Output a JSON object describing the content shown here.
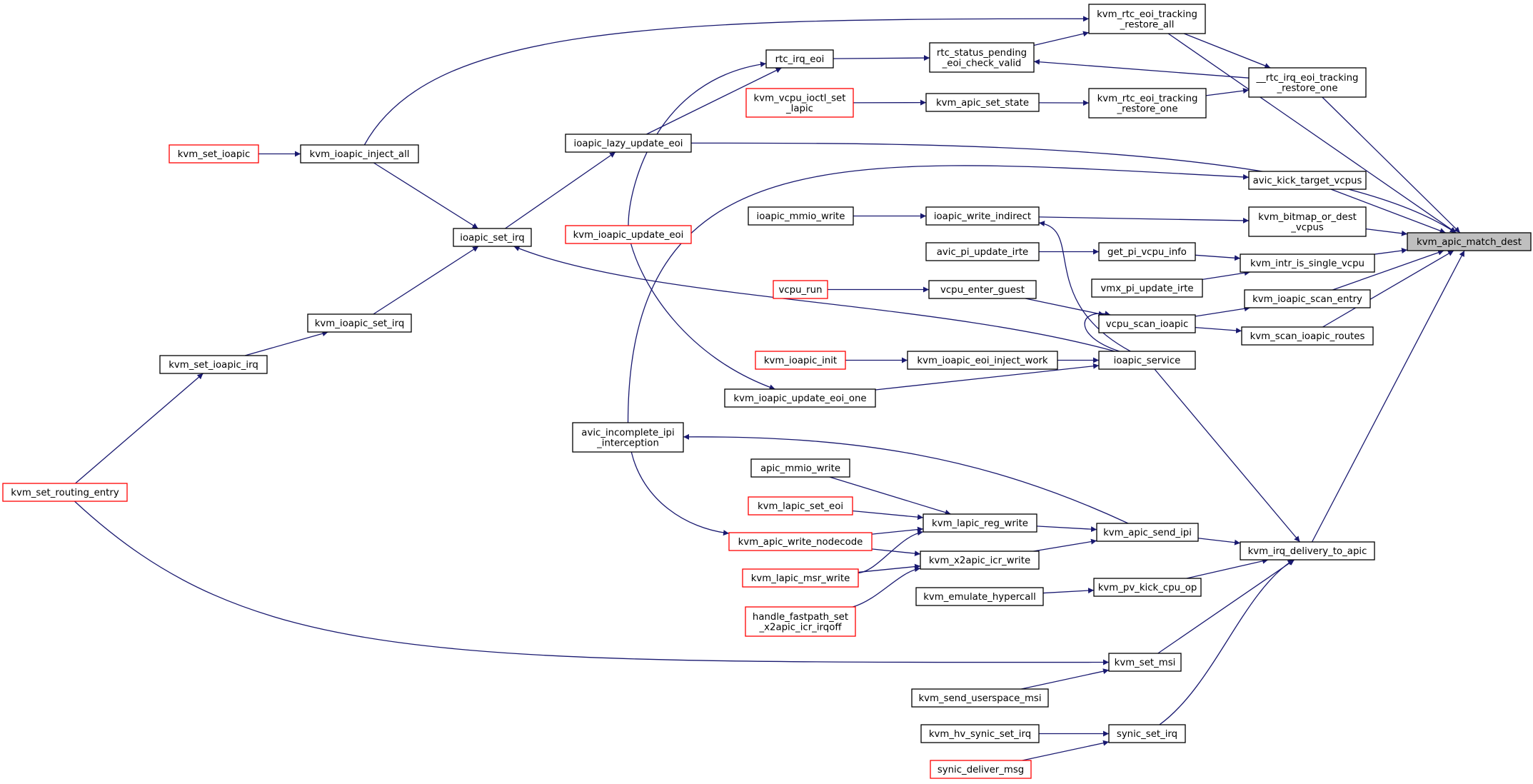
{
  "graph": {
    "colors": {
      "edge": "#191970",
      "highlight_border": "#ff0000",
      "target_fill": "#bfbfbf"
    },
    "nodes": [
      {
        "id": "target",
        "label": [
          "kvm_apic_match_dest"
        ],
        "style": "target"
      },
      {
        "id": "rtc_restore_all",
        "label": [
          "kvm_rtc_eoi_tracking",
          "_restore_all"
        ]
      },
      {
        "id": "rtc_restore_one_",
        "label": [
          "__rtc_irq_eoi_tracking",
          "_restore_one"
        ]
      },
      {
        "id": "rtc_status",
        "label": [
          "rtc_status_pending",
          "_eoi_check_valid"
        ]
      },
      {
        "id": "rtc_irq_eoi",
        "label": [
          "rtc_irq_eoi"
        ]
      },
      {
        "id": "vcpu_ioctl_lapic",
        "label": [
          "kvm_vcpu_ioctl_set",
          "_lapic"
        ],
        "style": "red"
      },
      {
        "id": "apic_set_state",
        "label": [
          "kvm_apic_set_state"
        ]
      },
      {
        "id": "rtc_eoi_restore_one",
        "label": [
          "kvm_rtc_eoi_tracking",
          "_restore_one"
        ]
      },
      {
        "id": "set_ioapic",
        "label": [
          "kvm_set_ioapic"
        ],
        "style": "red"
      },
      {
        "id": "ioapic_inject_all",
        "label": [
          "kvm_ioapic_inject_all"
        ]
      },
      {
        "id": "lazy_update_eoi",
        "label": [
          "ioapic_lazy_update_eoi"
        ]
      },
      {
        "id": "avic_kick",
        "label": [
          "avic_kick_target_vcpus"
        ]
      },
      {
        "id": "ioapic_mmio_write",
        "label": [
          "ioapic_mmio_write"
        ]
      },
      {
        "id": "write_indirect",
        "label": [
          "ioapic_write_indirect"
        ]
      },
      {
        "id": "bitmap_or",
        "label": [
          "kvm_bitmap_or_dest",
          "_vcpus"
        ]
      },
      {
        "id": "ioapic_set_irq",
        "label": [
          "ioapic_set_irq"
        ]
      },
      {
        "id": "kvm_ioapic_update_eoi",
        "label": [
          "kvm_ioapic_update_eoi"
        ],
        "style": "red"
      },
      {
        "id": "avic_pi",
        "label": [
          "avic_pi_update_irte"
        ]
      },
      {
        "id": "get_pi",
        "label": [
          "get_pi_vcpu_info"
        ]
      },
      {
        "id": "single_vcpu",
        "label": [
          "kvm_intr_is_single_vcpu"
        ]
      },
      {
        "id": "vmx_pi",
        "label": [
          "vmx_pi_update_irte"
        ]
      },
      {
        "id": "vcpu_run",
        "label": [
          "vcpu_run"
        ],
        "style": "red"
      },
      {
        "id": "vcpu_enter",
        "label": [
          "vcpu_enter_guest"
        ]
      },
      {
        "id": "scan_entry",
        "label": [
          "kvm_ioapic_scan_entry"
        ]
      },
      {
        "id": "kvm_ioapic_set_irq",
        "label": [
          "kvm_ioapic_set_irq"
        ]
      },
      {
        "id": "scan_ioapic",
        "label": [
          "vcpu_scan_ioapic"
        ]
      },
      {
        "id": "scan_routes",
        "label": [
          "kvm_scan_ioapic_routes"
        ]
      },
      {
        "id": "kvm_set_ioapic_irq",
        "label": [
          "kvm_set_ioapic_irq"
        ]
      },
      {
        "id": "ioapic_init",
        "label": [
          "kvm_ioapic_init"
        ],
        "style": "red"
      },
      {
        "id": "eoi_inject_work",
        "label": [
          "kvm_ioapic_eoi_inject_work"
        ]
      },
      {
        "id": "ioapic_service",
        "label": [
          "ioapic_service"
        ]
      },
      {
        "id": "update_eoi_one",
        "label": [
          "kvm_ioapic_update_eoi_one"
        ]
      },
      {
        "id": "avic_incomplete",
        "label": [
          "avic_incomplete_ipi",
          "_interception"
        ]
      },
      {
        "id": "apic_mmio_write",
        "label": [
          "apic_mmio_write"
        ]
      },
      {
        "id": "routing_entry",
        "label": [
          "kvm_set_routing_entry"
        ],
        "style": "red"
      },
      {
        "id": "lapic_set_eoi",
        "label": [
          "kvm_lapic_set_eoi"
        ],
        "style": "red"
      },
      {
        "id": "lapic_reg_write",
        "label": [
          "kvm_lapic_reg_write"
        ]
      },
      {
        "id": "apic_send_ipi",
        "label": [
          "kvm_apic_send_ipi"
        ]
      },
      {
        "id": "write_nodecode",
        "label": [
          "kvm_apic_write_nodecode"
        ],
        "style": "red"
      },
      {
        "id": "irq_delivery",
        "label": [
          "kvm_irq_delivery_to_apic"
        ]
      },
      {
        "id": "x2apic_icr",
        "label": [
          "kvm_x2apic_icr_write"
        ]
      },
      {
        "id": "lapic_msr_write",
        "label": [
          "kvm_lapic_msr_write"
        ],
        "style": "red"
      },
      {
        "id": "emulate_hypercall",
        "label": [
          "kvm_emulate_hypercall"
        ]
      },
      {
        "id": "pv_kick",
        "label": [
          "kvm_pv_kick_cpu_op"
        ]
      },
      {
        "id": "fastpath",
        "label": [
          "handle_fastpath_set",
          "_x2apic_icr_irqoff"
        ],
        "style": "red"
      },
      {
        "id": "set_msi",
        "label": [
          "kvm_set_msi"
        ]
      },
      {
        "id": "userspace_msi",
        "label": [
          "kvm_send_userspace_msi"
        ]
      },
      {
        "id": "hv_synic",
        "label": [
          "kvm_hv_synic_set_irq"
        ]
      },
      {
        "id": "synic_set_irq",
        "label": [
          "synic_set_irq"
        ]
      },
      {
        "id": "synic_deliver",
        "label": [
          "synic_deliver_msg"
        ],
        "style": "red"
      }
    ]
  }
}
